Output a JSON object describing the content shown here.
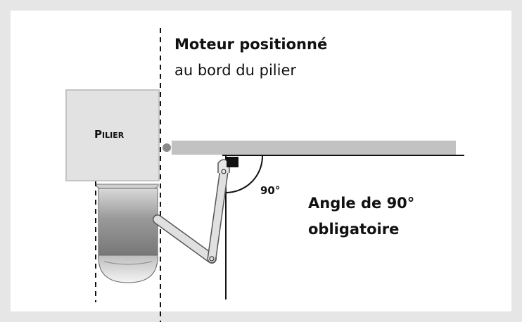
{
  "caption": {
    "title": "Moteur positionné",
    "subtitle": "au bord du pilier"
  },
  "pillar": {
    "label_cap": "P",
    "label_rest": "ILIER"
  },
  "angle": {
    "label": "90°",
    "note_line1": "Angle de 90°",
    "note_line2": "obligatoire"
  },
  "colors": {
    "background": "#e6e6e6",
    "panel": "#ffffff",
    "pillar": "#e2e2e2",
    "gate": "#c2c2c2",
    "motor_dark": "#8a8a8a",
    "motor_light": "#d6d6d6",
    "line": "#111111"
  }
}
